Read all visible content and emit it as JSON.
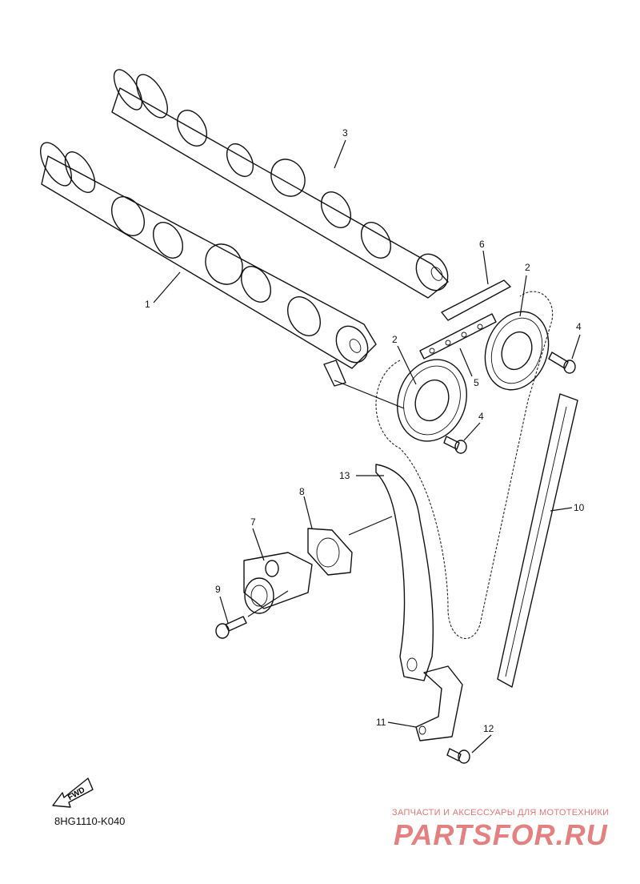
{
  "diagram": {
    "code": "8HG1110-K040",
    "fwd_label": "FWD",
    "callouts": {
      "c1": "1",
      "c2a": "2",
      "c2b": "2",
      "c3": "3",
      "c4a": "4",
      "c4b": "4",
      "c5": "5",
      "c6": "6",
      "c7": "7",
      "c8": "8",
      "c9": "9",
      "c10": "10",
      "c11": "11",
      "c12": "12",
      "c13": "13"
    }
  },
  "watermark": {
    "tagline": "ЗАПЧАСТИ И АКСЕССУАРЫ ДЛЯ МОТОТЕХНИКИ",
    "logo": "PARTSFOR.RU"
  }
}
